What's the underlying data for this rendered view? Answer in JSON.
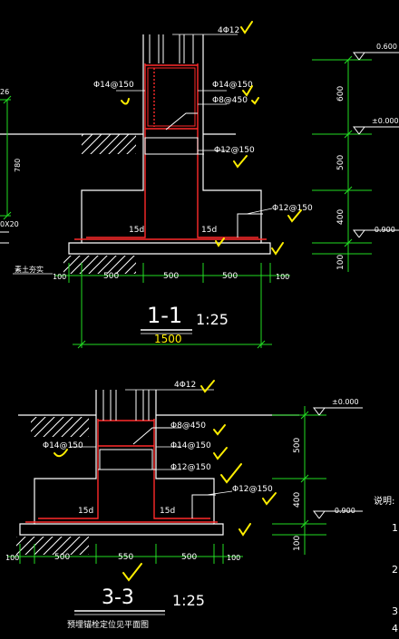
{
  "colors": {
    "background": "#000000",
    "line": "#ffffff",
    "rebar": "#ff2a2a",
    "dimension": "#22dd22",
    "check": "#ffee00",
    "text": "#ffffff"
  },
  "section_1_1": {
    "title": "1-1",
    "scale": "1:25",
    "total_width": "1500",
    "rebar_top": "4Φ12",
    "rebar_left": "Φ14@150",
    "rebar_right": "Φ14@150",
    "stirrup": "Φ8@450",
    "rebar_mid": "Φ12@150",
    "rebar_footing": "Φ12@150",
    "anchor_left": "15d",
    "anchor_right": "15d",
    "elev_top": "0.600",
    "elev_ground": "±0.000",
    "elev_base": "-0.900",
    "dim_600": "600",
    "dim_500": "500",
    "dim_400": "400",
    "dim_100": "100",
    "dim_b1": "100",
    "dim_b2": "500",
    "dim_b3": "500",
    "dim_b4": "500",
    "dim_b5": "100",
    "soil_note": "素土夯实"
  },
  "section_3_3": {
    "title": "3-3",
    "scale": "1:25",
    "note": "预埋锚栓定位见平面图",
    "rebar_top": "4Φ12",
    "stirrup": "Φ8@450",
    "rebar_left": "Φ14@150",
    "rebar_right": "Φ14@150",
    "rebar_mid": "Φ12@150",
    "rebar_footing": "Φ12@150",
    "anchor_left": "15d",
    "anchor_right": "15d",
    "elev_top": "±0.000",
    "elev_base": "-0.900",
    "dim_500": "500",
    "dim_400": "400",
    "dim_100": "100",
    "dim_b1": "100",
    "dim_b2": "500",
    "dim_b3": "550",
    "dim_b4": "500",
    "dim_b5": "100"
  },
  "left_fragment": {
    "dim_26": "26",
    "dim_780": "780",
    "dim_x20": "0X20"
  },
  "notes": {
    "heading": "说明:",
    "n1": "1",
    "n2": "2",
    "n3": "3",
    "n4": "4"
  }
}
